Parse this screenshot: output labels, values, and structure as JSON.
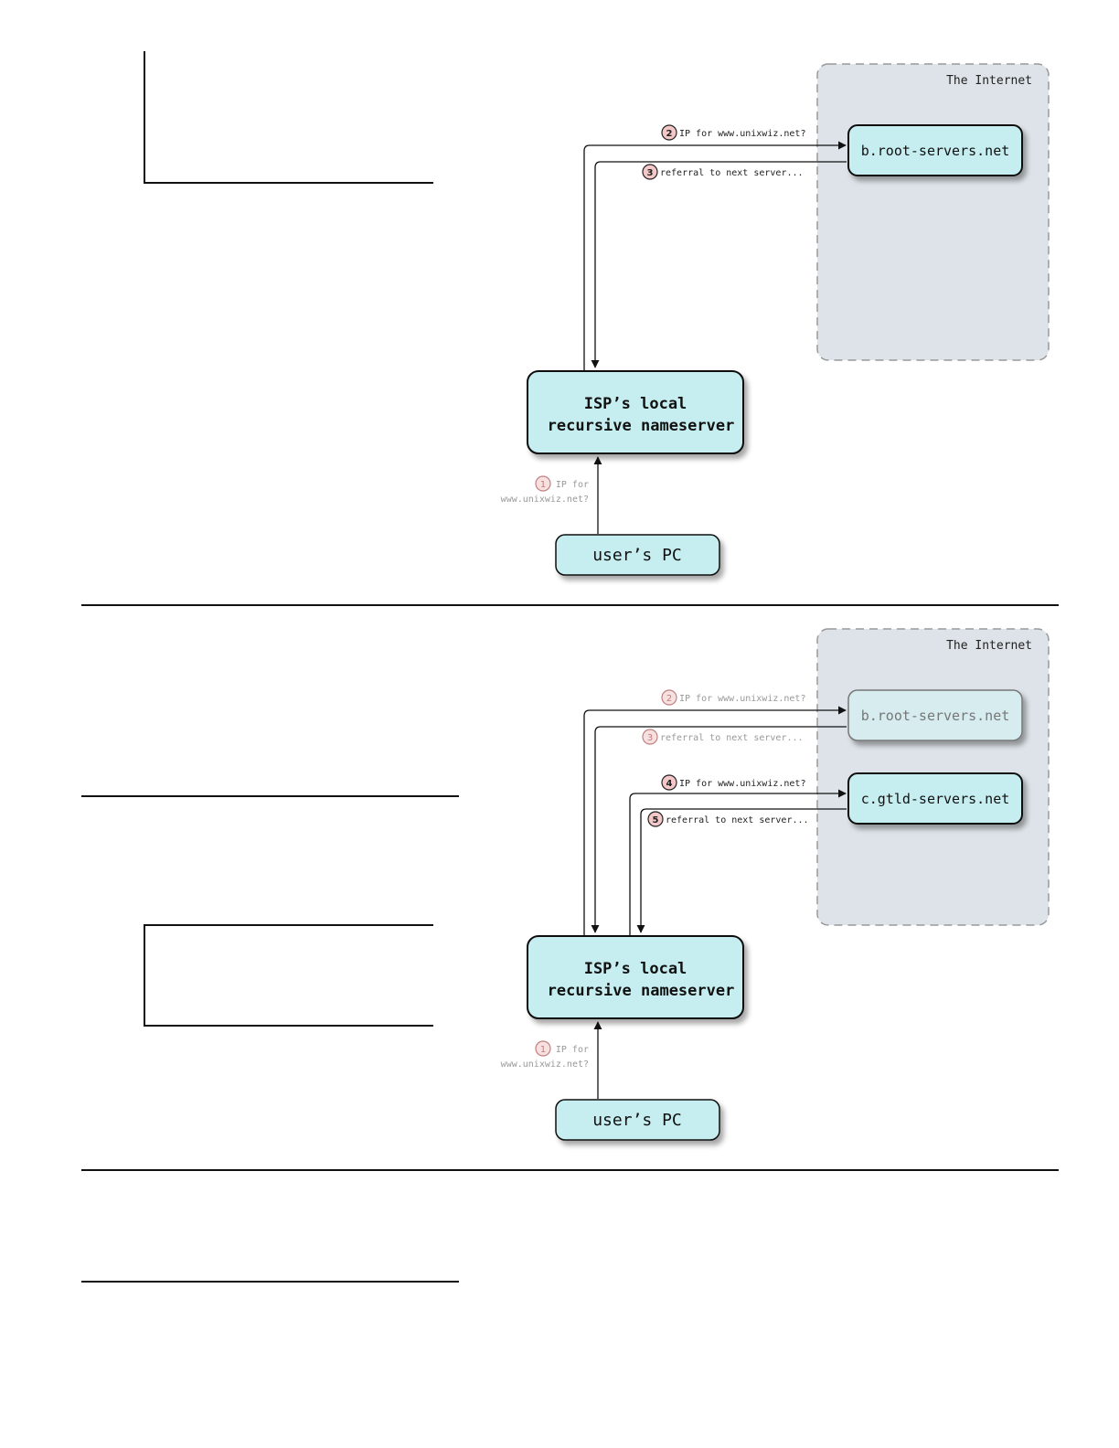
{
  "colors": {
    "box_fill": "#c6eef0",
    "box_fill_faded": "#d6ecee",
    "internet_fill": "#dde3e8",
    "badge_fill": "#f4c8c8",
    "badge_fill_faded": "#f7e0e0"
  },
  "diagram1": {
    "internet_label": "The Internet",
    "root_server": "b.root-servers.net",
    "isp_line1": "ISP’s local",
    "isp_line2": "recursive nameserver",
    "user_pc": "user’s PC",
    "step1_num": "1",
    "step1_line1": "IP for",
    "step1_line2": "www.unixwiz.net?",
    "step2_num": "2",
    "step2_text": "IP for www.unixwiz.net?",
    "step3_num": "3",
    "step3_text": "referral to next server..."
  },
  "diagram2": {
    "internet_label": "The Internet",
    "root_server": "b.root-servers.net",
    "gtld_server": "c.gtld-servers.net",
    "isp_line1": "ISP’s local",
    "isp_line2": "recursive nameserver",
    "user_pc": "user’s PC",
    "step1_num": "1",
    "step1_line1": "IP for",
    "step1_line2": "www.unixwiz.net?",
    "step2_num": "2",
    "step2_text": "IP for www.unixwiz.net?",
    "step3_num": "3",
    "step3_text": "referral to next server...",
    "step4_num": "4",
    "step4_text": "IP for www.unixwiz.net?",
    "step5_num": "5",
    "step5_text": "referral to next server..."
  }
}
